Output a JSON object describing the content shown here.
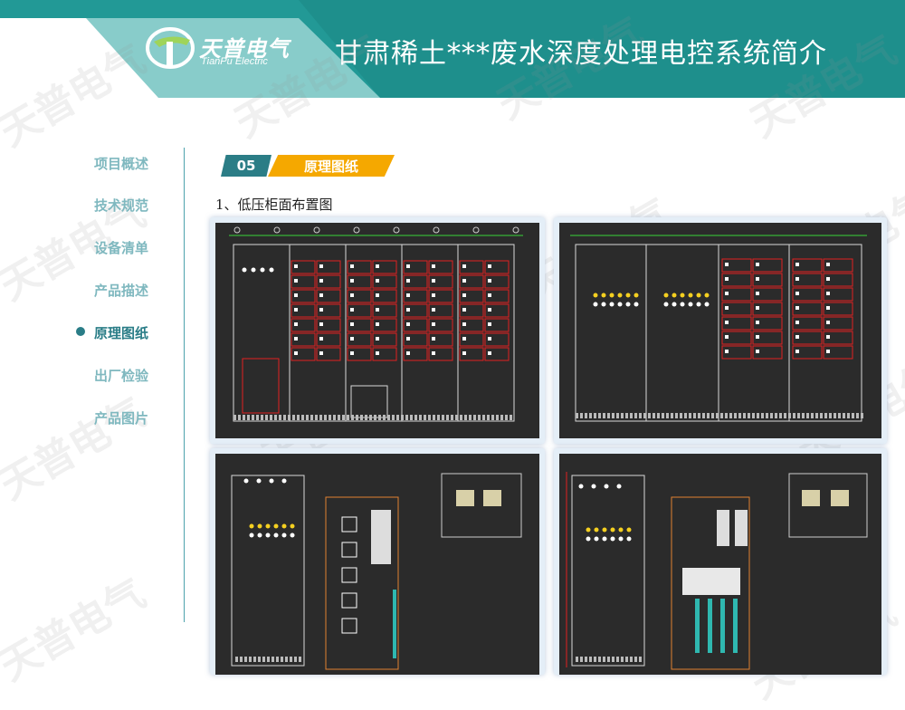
{
  "header": {
    "title": "甘肃稀土***废水深度处理电控系统简介",
    "logo_cn": "天普电气",
    "logo_en": "TianPu Electric"
  },
  "watermark_text": "天普电气",
  "nav": {
    "items": [
      {
        "label": "项目概述",
        "active": false
      },
      {
        "label": "技术规范",
        "active": false
      },
      {
        "label": "设备清单",
        "active": false
      },
      {
        "label": "产品描述",
        "active": false
      },
      {
        "label": "原理图纸",
        "active": true
      },
      {
        "label": "出厂检验",
        "active": false
      },
      {
        "label": "产品图片",
        "active": false
      }
    ]
  },
  "section": {
    "number": "05",
    "name": "原理图纸"
  },
  "subtitle": "1、低压柜面布置图",
  "colors": {
    "teal": "#1f8f8f",
    "teal_dark": "#22707a",
    "orange": "#f5a800",
    "cad_bg": "#2b2b2b"
  }
}
